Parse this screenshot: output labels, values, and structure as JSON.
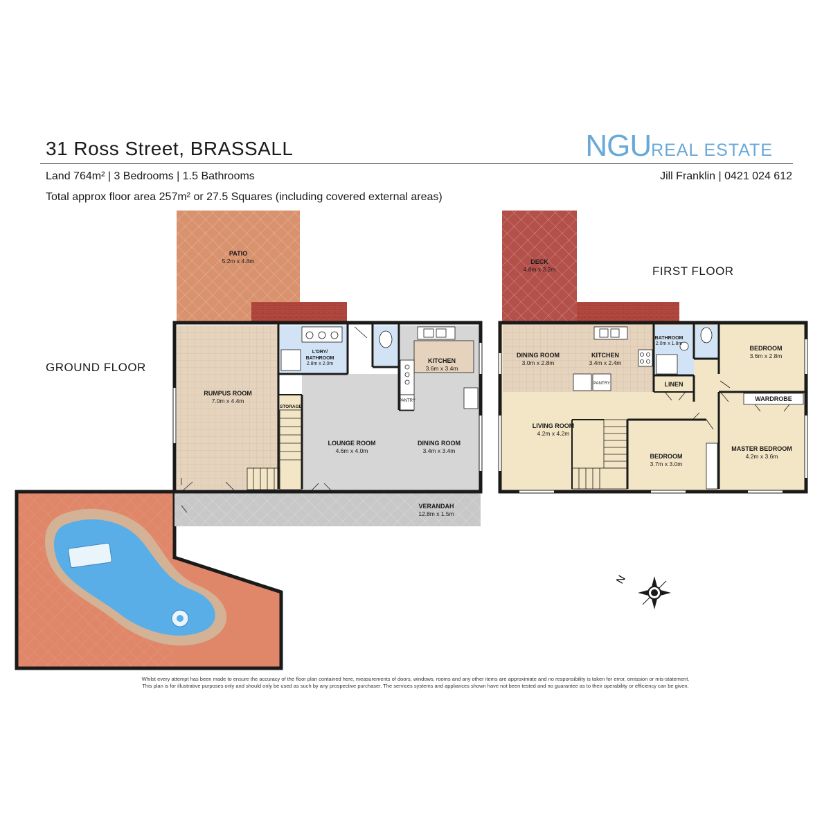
{
  "header": {
    "address": "31 Ross Street, BRASSALL",
    "details": "Land 764m² | 3 Bedrooms | 1.5 Bathrooms",
    "total_area": "Total approx floor area 257m² or 27.5 Squares (including covered external areas)",
    "agent": "Jill Franklin | 0421 024 612"
  },
  "logo": {
    "brand": "NGU",
    "tagline": "REAL ESTATE",
    "color": "#6aa8d8"
  },
  "floor_labels": {
    "ground": "GROUND FLOOR",
    "first": "FIRST FLOOR"
  },
  "ground_floor": {
    "patio": {
      "name": "PATIO",
      "dims": "5.2m x 4.8m"
    },
    "rumpus": {
      "name": "RUMPUS ROOM",
      "dims": "7.0m x 4.4m"
    },
    "laundry": {
      "name_line1": "L'DRY/",
      "name_line2": "BATHROOM",
      "dims": "2.8m x 2.0m"
    },
    "storage": {
      "name": "STORAGE"
    },
    "kitchen": {
      "name": "KITCHEN",
      "dims": "3.6m x 3.4m"
    },
    "pantry": {
      "name": "PANTRY"
    },
    "lounge": {
      "name": "LOUNGE ROOM",
      "dims": "4.6m x 4.0m"
    },
    "dining": {
      "name": "DINING ROOM",
      "dims": "3.4m x 3.4m"
    },
    "verandah": {
      "name": "VERANDAH",
      "dims": "12.8m x 1.5m"
    }
  },
  "first_floor": {
    "deck": {
      "name": "DECK",
      "dims": "4.8m x 3.2m"
    },
    "dining": {
      "name": "DINING ROOM",
      "dims": "3.0m x 2.8m"
    },
    "kitchen": {
      "name": "KITCHEN",
      "dims": "3.4m x 2.4m"
    },
    "pantry": {
      "name": "PANTRY"
    },
    "bathroom": {
      "name": "BATHROOM",
      "dims": "2.0m x 1.8m"
    },
    "linen": {
      "name": "LINEN"
    },
    "bedroom1": {
      "name": "BEDROOM",
      "dims": "3.6m x 2.8m"
    },
    "wardrobe": {
      "name": "WARDROBE"
    },
    "living": {
      "name": "LIVING ROOM",
      "dims": "4.2m x 4.2m"
    },
    "bedroom2": {
      "name": "BEDROOM",
      "dims": "3.7m x 3.0m"
    },
    "master": {
      "name": "MASTER BEDROOM",
      "dims": "4.2m x 3.6m"
    }
  },
  "compass": {
    "north_letter": "N"
  },
  "disclaimer": {
    "line1": "Whilst every attempt has been made to ensure the accuracy of the floor plan contained here, measurements of doors, windows, rooms and any other items are approximate and no responsibility is taken for error, omission or mis-statement.",
    "line2": "This plan is for illustrative purposes only and should only be used as such by any prospective purchaser. The services systems and appliances shown have not been tested and no guarantee as to their operability or efficiency can be given."
  },
  "colors": {
    "patio": "#d9926e",
    "deck": "#b4504a",
    "step_tiles": "#b3483f",
    "carpet": "#f3e6c6",
    "tile_floor": "#e6d3bd",
    "lounge_floor": "#d6d6d6",
    "verandah": "#c8c8c8",
    "wet_area": "#d2e3f5",
    "pool_surround": "#e0876a",
    "pool_coping": "#d3b295",
    "pool_water": "#5aaee8"
  }
}
